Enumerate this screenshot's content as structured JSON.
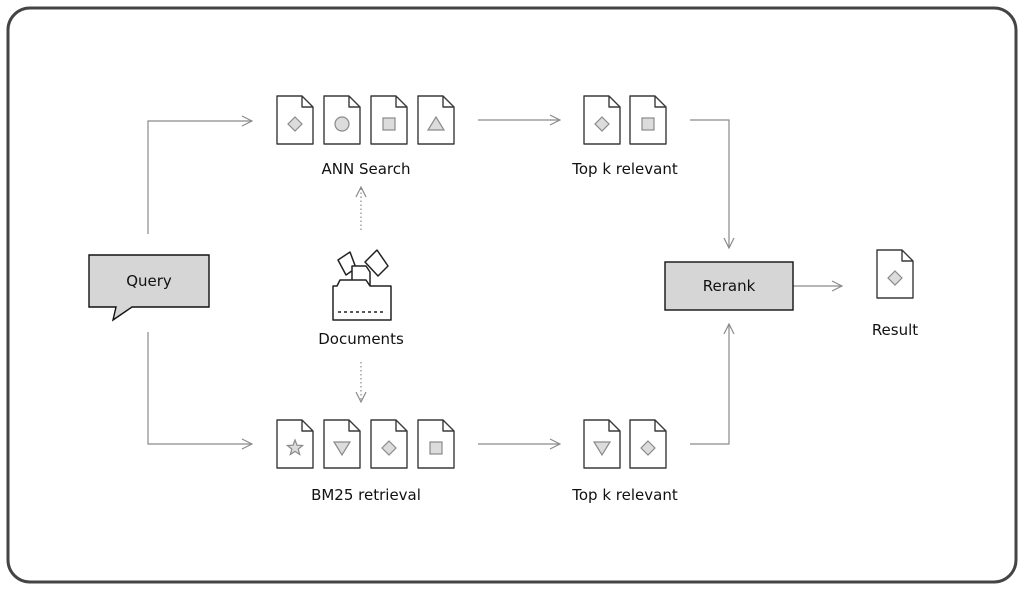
{
  "query": {
    "label": "Query"
  },
  "documents": {
    "label": "Documents"
  },
  "ann": {
    "label": "ANN Search",
    "docs": [
      "diamond",
      "circle",
      "square",
      "triangle"
    ]
  },
  "bm25": {
    "label": "BM25 retrieval",
    "docs": [
      "star",
      "triangle-down",
      "diamond",
      "square"
    ]
  },
  "topk_ann": {
    "label": "Top k relevant",
    "docs": [
      "diamond",
      "square"
    ]
  },
  "topk_bm25": {
    "label": "Top k relevant",
    "docs": [
      "triangle-down",
      "diamond"
    ]
  },
  "rerank": {
    "label": "Rerank"
  },
  "result": {
    "label": "Result",
    "docs": [
      "diamond"
    ]
  }
}
